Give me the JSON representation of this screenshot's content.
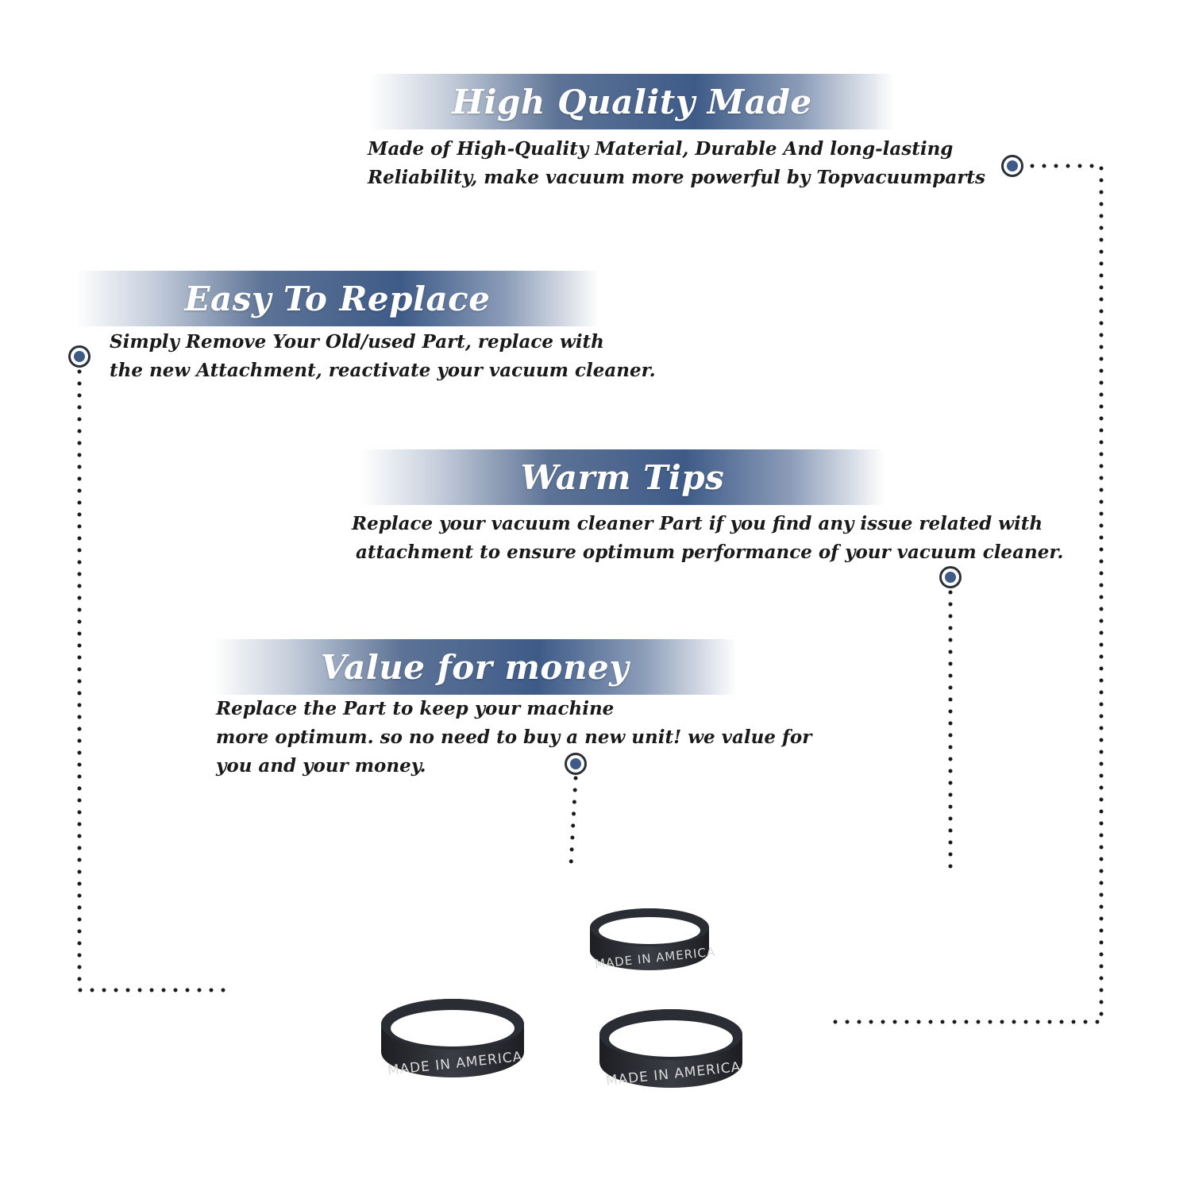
{
  "features": [
    {
      "title": "High Quality Made",
      "lines": [
        "Made of  High-Quality Material, Durable And long-lasting",
        "Reliability, make vacuum more powerful by Topvacuumparts"
      ]
    },
    {
      "title": "Easy To Replace",
      "lines": [
        "Simply Remove Your Old/used Part, replace with",
        "the new Attachment, reactivate your vacuum cleaner."
      ]
    },
    {
      "title": "Warm Tips",
      "lines": [
        "Replace your vacuum cleaner Part if you find any issue related with",
        "attachment to ensure optimum performance of your vacuum cleaner."
      ]
    },
    {
      "title": "Value for money",
      "lines": [
        "Replace the Part to keep your machine",
        "more optimum. so no need to buy a new unit! we value for",
        "you and your money."
      ]
    }
  ],
  "product": {
    "belt_text": "MADE IN AMERICA"
  },
  "colors": {
    "accent": "#3e5b88",
    "text": "#1a1a1a",
    "belt": "#2a2d33"
  }
}
